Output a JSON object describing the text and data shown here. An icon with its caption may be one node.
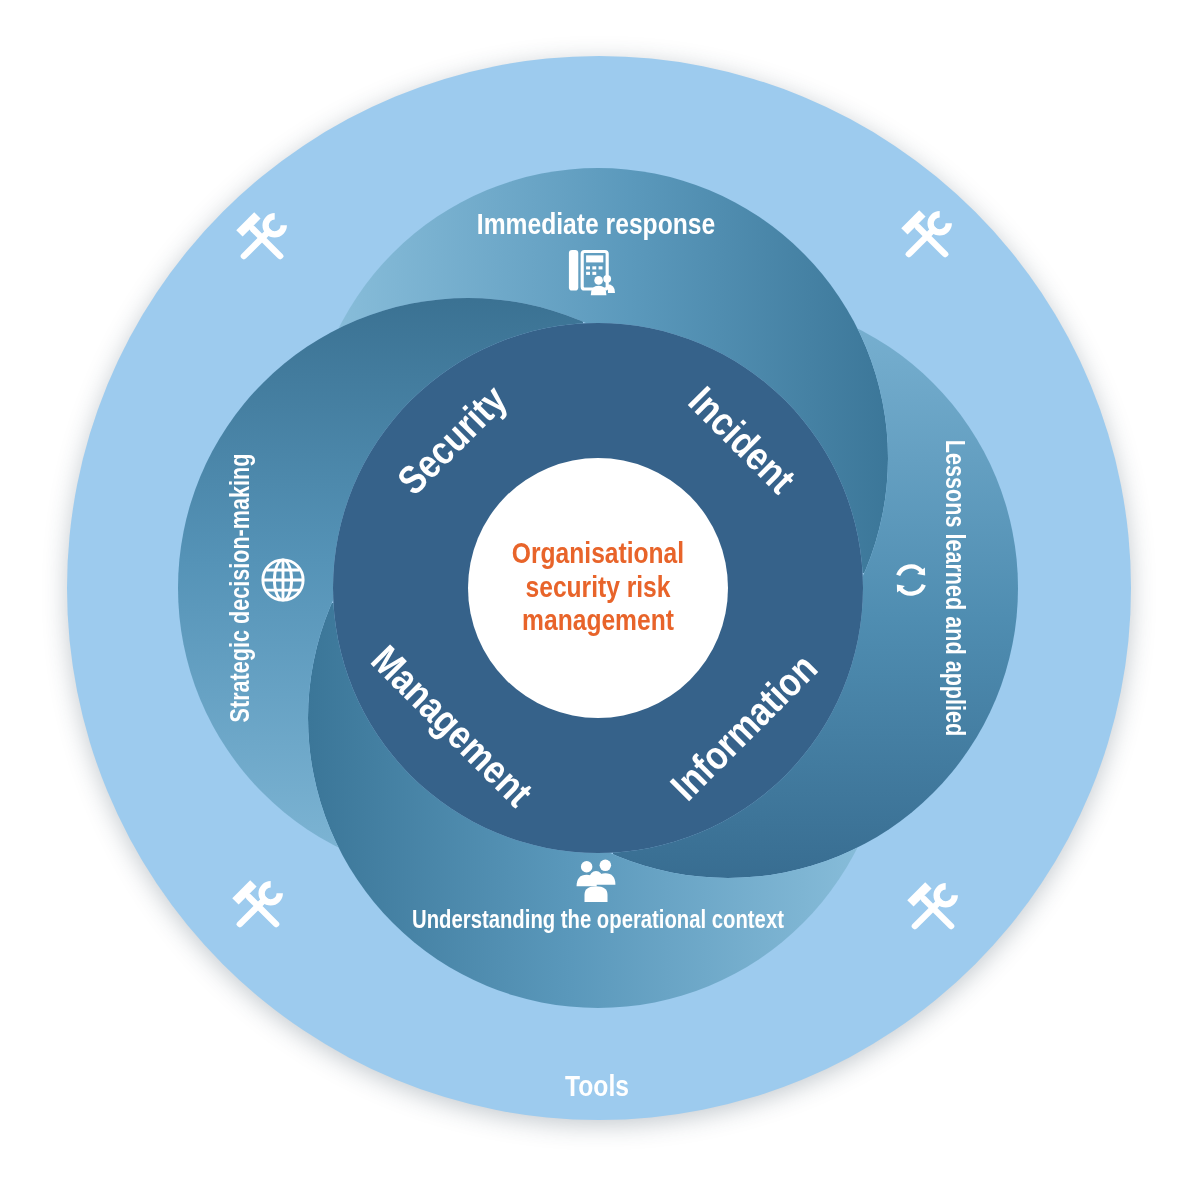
{
  "diagram": {
    "nodes": [
      {
        "text": [
          "Tools"
        ]
      },
      {
        "text": [
          "Immediate response"
        ],
        "in": 0
      },
      {
        "text": [
          "Lessons learned and applied"
        ],
        "in": 0
      },
      {
        "text": [
          "Understanding the operational context"
        ],
        "in": 0
      },
      {
        "text": [
          "Strategic decision-making"
        ],
        "in": 0
      },
      {
        "text": [
          "Security",
          "Incident",
          "Information",
          "Management"
        ],
        "in": 0
      },
      {
        "text": [
          "Organisational security risk management"
        ],
        "in": 5
      }
    ]
  }
}
